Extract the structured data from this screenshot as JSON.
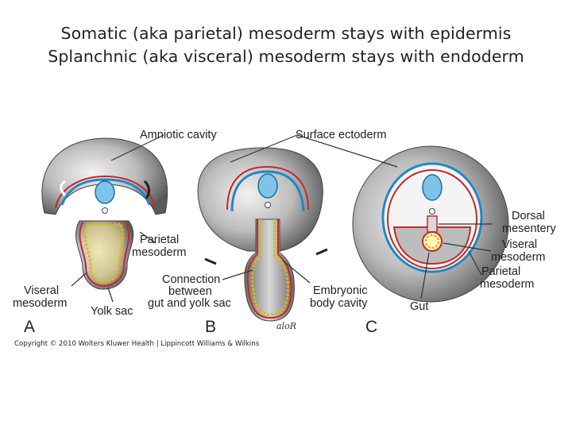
{
  "title": {
    "line1": "Somatic (aka parietal) mesoderm stays with epidermis",
    "line2": "Splanchnic (aka visceral) mesoderm stays with endoderm"
  },
  "figure": {
    "labels": {
      "amniotic_cavity": "Amniotic cavity",
      "surface_ectoderm": "Surface ectoderm",
      "parietal_mesoderm_a_1": "Parietal",
      "parietal_mesoderm_a_2": "mesoderm",
      "viseral_mesoderm_a_1": "Viseral",
      "viseral_mesoderm_a_2": "mesoderm",
      "yolk_sac": "Yolk sac",
      "connection_1": "Connection",
      "connection_2": "between",
      "connection_3": "gut and yolk sac",
      "embryonic_1": "Embryonic",
      "embryonic_2": "body cavity",
      "gut": "Gut",
      "dorsal_1": "Dorsal",
      "dorsal_2": "mesentery",
      "viseral_c_1": "Viseral",
      "viseral_c_2": "mesoderm",
      "parietal_c_1": "Parietal",
      "parietal_c_2": "mesoderm"
    },
    "panels": [
      "A",
      "B",
      "C"
    ],
    "signature": "aloR"
  },
  "copyright": "Copyright © 2010 Wolters Kluwer Health | Lippincott Williams & Wilkins"
}
